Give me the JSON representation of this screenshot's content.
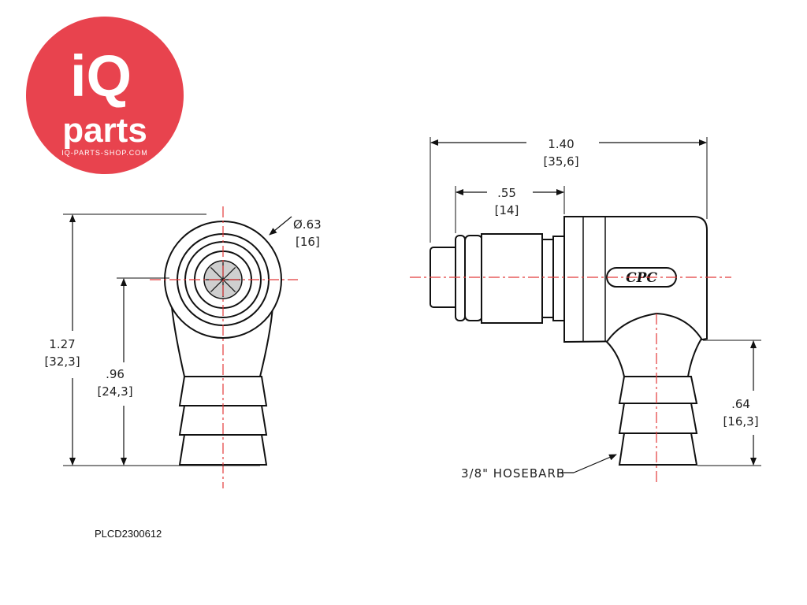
{
  "logo": {
    "name": "iQ-parts-logo",
    "line1": "iQ",
    "line2": "parts",
    "url": "IQ-PARTS-SHOP.COM",
    "color": "#e8434e"
  },
  "front_view": {
    "diameter": {
      "imperial": "Ø.63",
      "metric": "[16]"
    },
    "overall_height": {
      "imperial": "1.27",
      "metric": "[32,3]"
    },
    "center_height": {
      "imperial": ".96",
      "metric": "[24,3]"
    }
  },
  "side_view": {
    "overall_length": {
      "imperial": "1.40",
      "metric": "[35,6]"
    },
    "front_length": {
      "imperial": ".55",
      "metric": "[14]"
    },
    "barb_height": {
      "imperial": ".64",
      "metric": "[16,3]"
    },
    "barb_label": "3/8\" HOSEBARB",
    "brand_mark": "CPC"
  },
  "part_number": "PLCD2300612",
  "colors": {
    "centerline": "#e23a3a",
    "line": "#111111"
  }
}
